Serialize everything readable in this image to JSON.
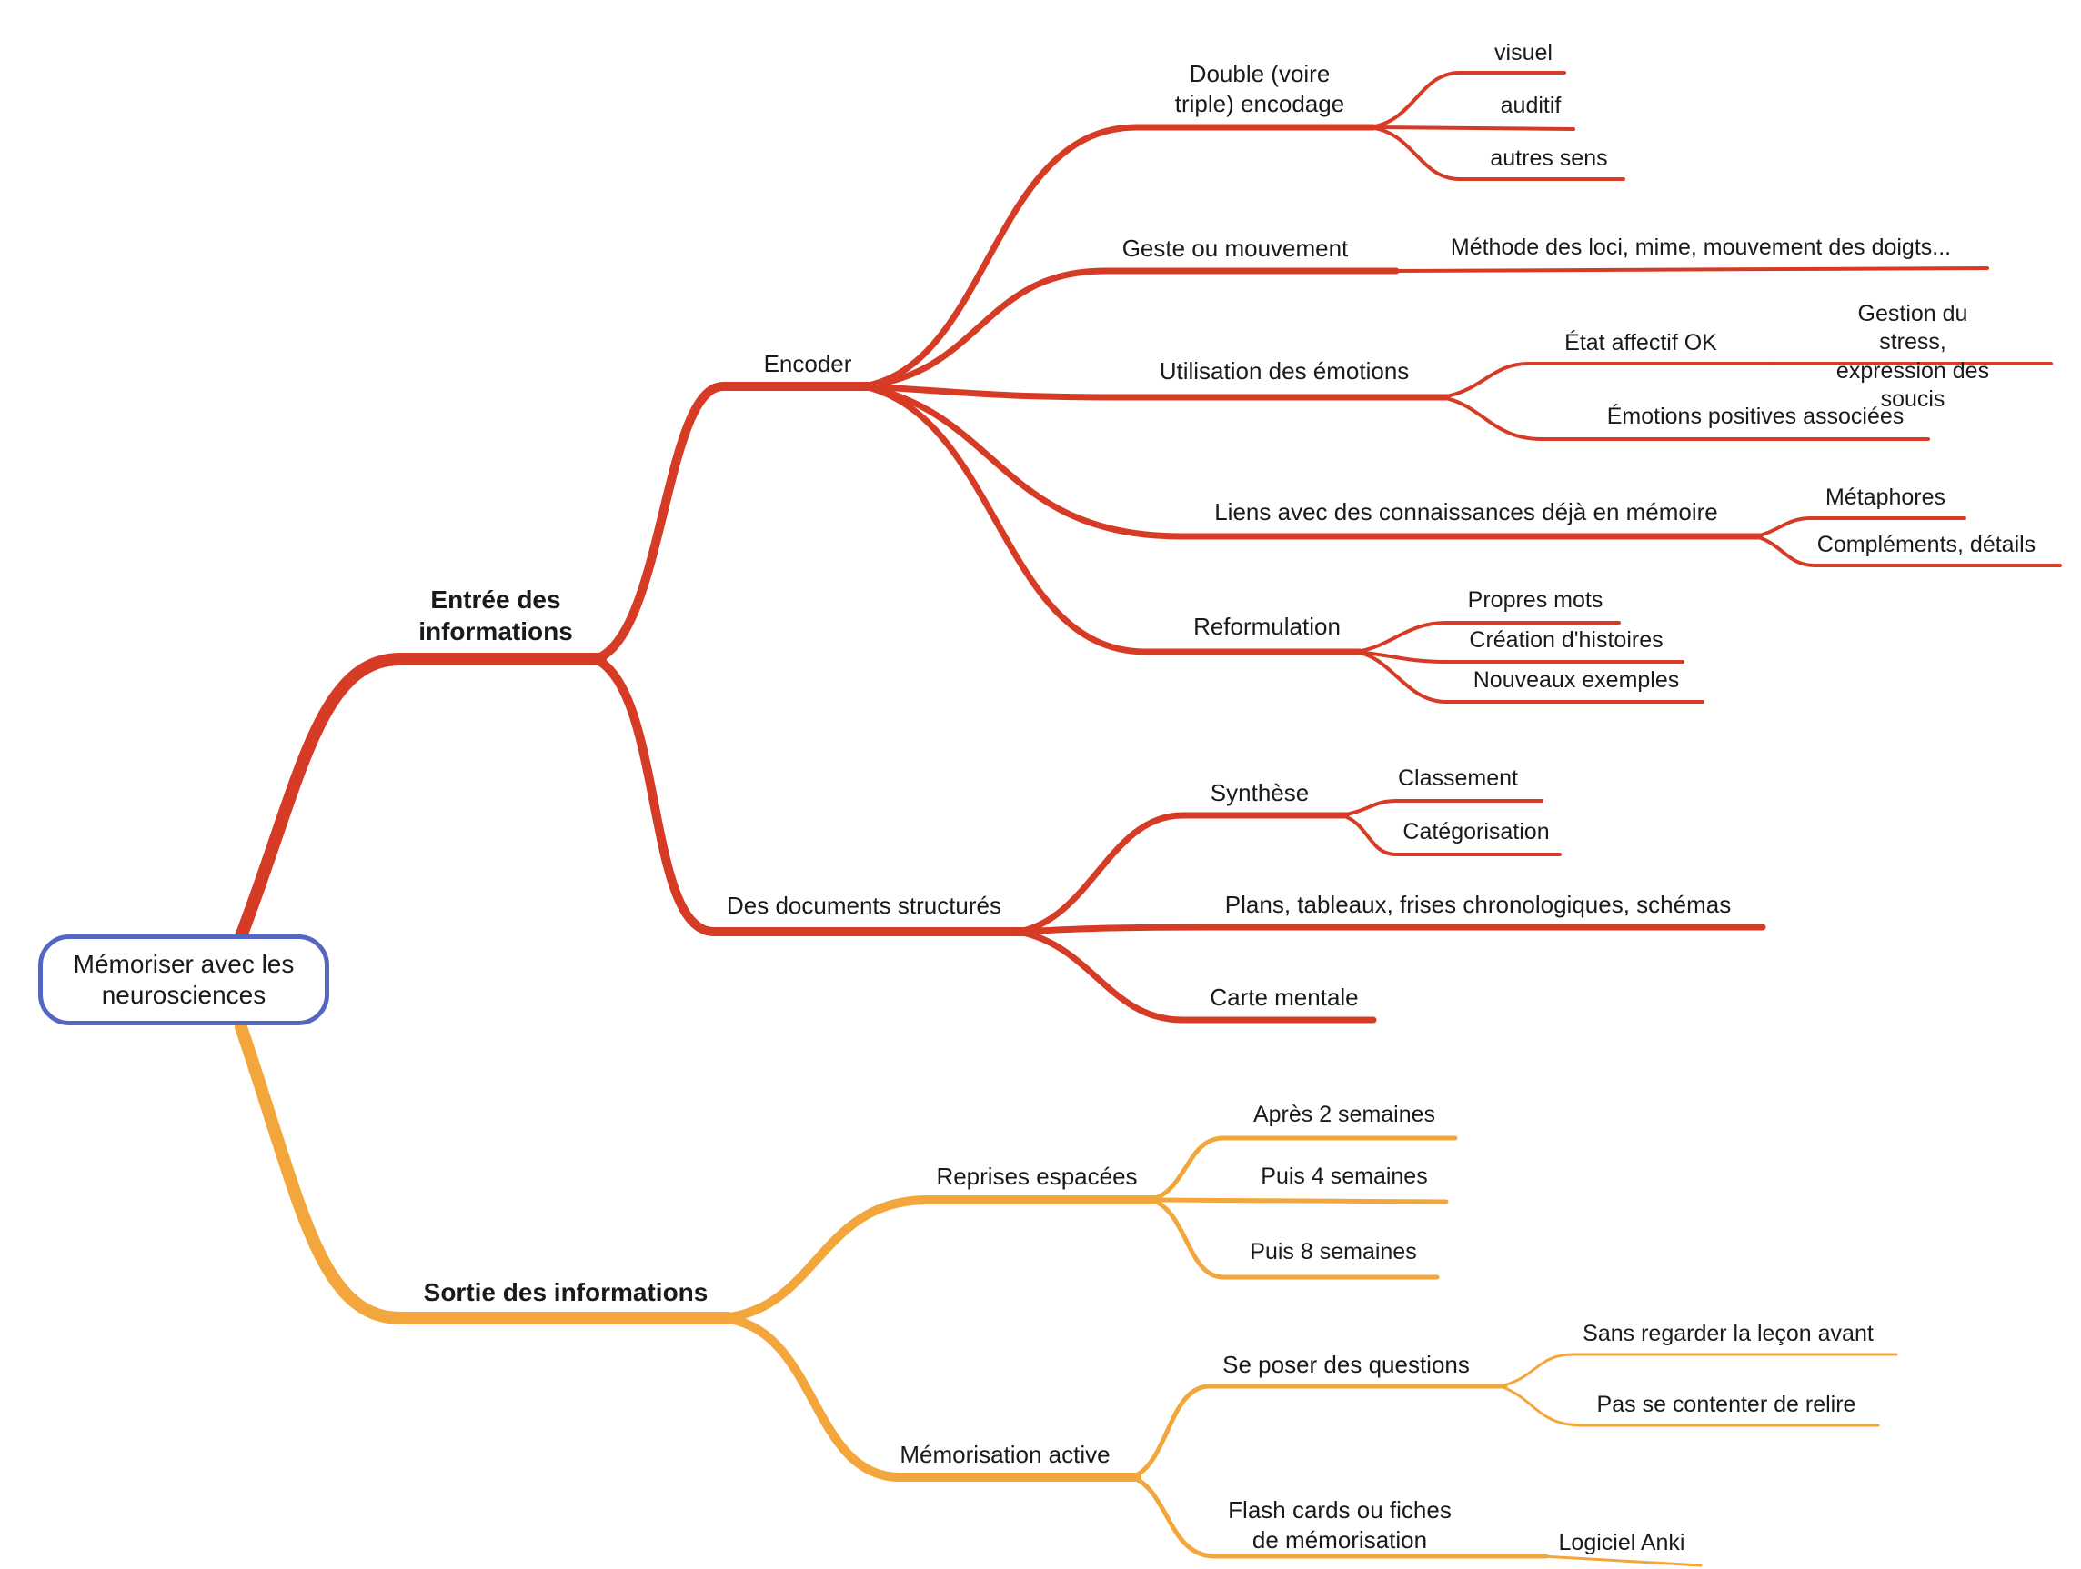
{
  "colors": {
    "red": "#d63b25",
    "orange": "#f2a63c",
    "root_border": "#5565c2"
  },
  "root": {
    "label": "Mémoriser avec les\nneurosciences"
  },
  "entree": {
    "label": "Entrée des\ninformations",
    "encoder": {
      "label": "Encoder",
      "double": {
        "label": "Double (voire\ntriple) encodage",
        "visuel": "visuel",
        "auditif": "auditif",
        "autres": "autres sens"
      },
      "geste": {
        "label": "Geste ou mouvement",
        "methode": "Méthode des loci, mime, mouvement des doigts..."
      },
      "emotions": {
        "label": "Utilisation des émotions",
        "etat": "État affectif OK",
        "gestion": "Gestion du stress,\nexpression des soucis",
        "positives": "Émotions positives associées"
      },
      "liens": {
        "label": "Liens avec des connaissances déjà en mémoire",
        "metaphores": "Métaphores",
        "complements": "Compléments, détails"
      },
      "reformulation": {
        "label": "Reformulation",
        "propres": "Propres mots",
        "creation": "Création d'histoires",
        "nouveaux": "Nouveaux exemples"
      }
    },
    "documents": {
      "label": "Des documents structurés",
      "synthese": {
        "label": "Synthèse",
        "classement": "Classement",
        "categorisation": "Catégorisation"
      },
      "plans": "Plans, tableaux, frises chronologiques, schémas",
      "carte": "Carte mentale"
    }
  },
  "sortie": {
    "label": "Sortie des informations",
    "reprises": {
      "label": "Reprises espacées",
      "apres2": "Après 2 semaines",
      "puis4": "Puis 4 semaines",
      "puis8": "Puis 8 semaines"
    },
    "memorisation": {
      "label": "Mémorisation active",
      "questions": {
        "label": "Se poser des questions",
        "sans": "Sans regarder la leçon avant",
        "pas": "Pas se contenter de relire"
      },
      "flash": {
        "label": "Flash cards ou fiches\nde mémorisation",
        "anki": "Logiciel Anki"
      }
    }
  }
}
